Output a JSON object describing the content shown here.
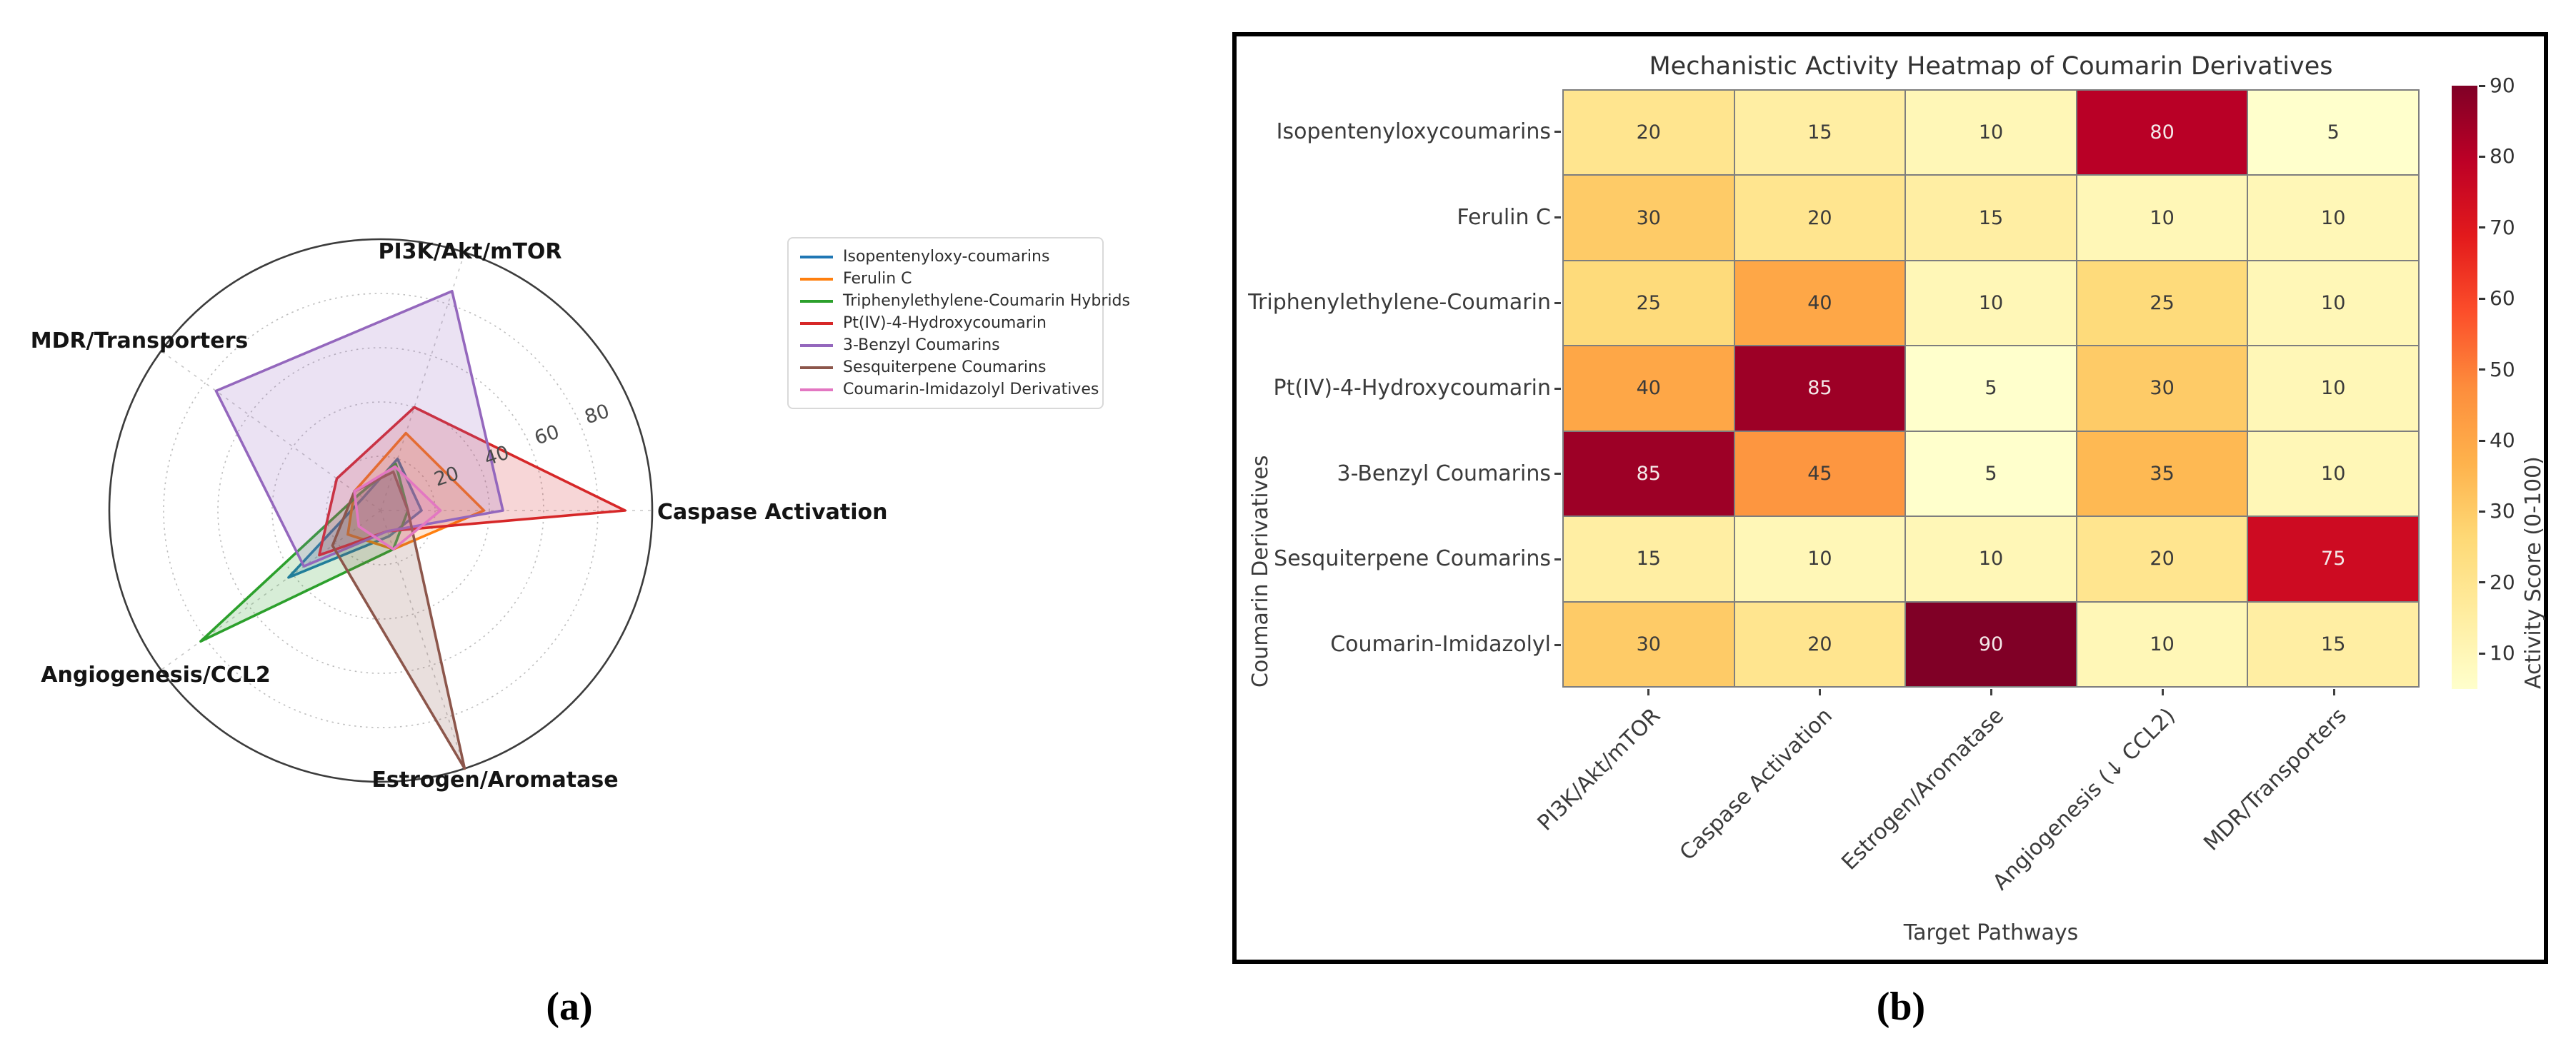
{
  "captions": {
    "a": "(a)",
    "b": "(b)"
  },
  "chart_data": [
    {
      "type": "radar",
      "axes": [
        "PI3K/Akt/mTOR",
        "Caspase Activation",
        "Estrogen/Aromatase",
        "Angiogenesis/CCL2",
        "MDR/Transporters"
      ],
      "r_ticks": [
        20,
        40,
        60,
        80
      ],
      "r_max": 100,
      "grid": "dotted circular rings with dashed spokes, radial labels at upper-right",
      "legend_position": "right of chart, outside",
      "series": [
        {
          "name": "Isopentenyloxy-coumarins",
          "color": "#1f77b4",
          "values": [
            20,
            15,
            10,
            42,
            8
          ]
        },
        {
          "name": "Ferulin C",
          "color": "#ff7f0e",
          "values": [
            30,
            38,
            15,
            15,
            12
          ]
        },
        {
          "name": "Triphenylethylene-Coumarin Hybrids",
          "color": "#2ca02c",
          "values": [
            18,
            10,
            15,
            82,
            10
          ]
        },
        {
          "name": "Pt(IV)-4-Hydroxycoumarin",
          "color": "#d62728",
          "values": [
            40,
            90,
            8,
            28,
            20
          ]
        },
        {
          "name": "3-Benzyl Coumarins",
          "color": "#9467bd",
          "values": [
            85,
            45,
            8,
            35,
            75
          ]
        },
        {
          "name": "Sesquiterpene Coumarins",
          "color": "#8c564b",
          "values": [
            15,
            10,
            100,
            22,
            12
          ]
        },
        {
          "name": "Coumarin-Imidazolyl Derivatives",
          "color": "#e377c2",
          "values": [
            17,
            22,
            15,
            10,
            12
          ]
        }
      ]
    },
    {
      "type": "heatmap",
      "title": "Mechanistic Activity Heatmap of Coumarin Derivatives",
      "xlabel": "Target Pathways",
      "ylabel": "Coumarin Derivatives",
      "columns": [
        "PI3K/Akt/mTOR",
        "Caspase Activation",
        "Estrogen/Aromatase",
        "Angiogenesis (↓ CCL2)",
        "MDR/Transporters"
      ],
      "rows": [
        "Isopentenyloxycoumarins",
        "Ferulin C",
        "Triphenylethylene-Coumarin",
        "Pt(IV)-4-Hydroxycoumarin",
        "3-Benzyl Coumarins",
        "Sesquiterpene Coumarins",
        "Coumarin-Imidazolyl"
      ],
      "values": [
        [
          20,
          15,
          10,
          80,
          5
        ],
        [
          30,
          20,
          15,
          10,
          10
        ],
        [
          25,
          40,
          10,
          25,
          10
        ],
        [
          40,
          85,
          5,
          30,
          10
        ],
        [
          85,
          45,
          5,
          35,
          10
        ],
        [
          15,
          10,
          10,
          20,
          75
        ],
        [
          30,
          20,
          90,
          10,
          15
        ]
      ],
      "colorbar": {
        "label": "Activity Score (0-100)",
        "ticks": [
          10,
          20,
          30,
          40,
          50,
          60,
          70,
          80,
          90
        ],
        "vmin": 5,
        "vmax": 90
      },
      "colormap": {
        "name": "YlOrRd",
        "stops": [
          [
            0.0,
            "#ffffcc"
          ],
          [
            0.125,
            "#ffeda0"
          ],
          [
            0.25,
            "#fed976"
          ],
          [
            0.375,
            "#feb24c"
          ],
          [
            0.5,
            "#fd8d3c"
          ],
          [
            0.625,
            "#fc4e2a"
          ],
          [
            0.75,
            "#e31a1c"
          ],
          [
            0.875,
            "#bd0026"
          ],
          [
            1.0,
            "#800026"
          ]
        ]
      },
      "cell_border_color": "#7e7e7e"
    }
  ]
}
